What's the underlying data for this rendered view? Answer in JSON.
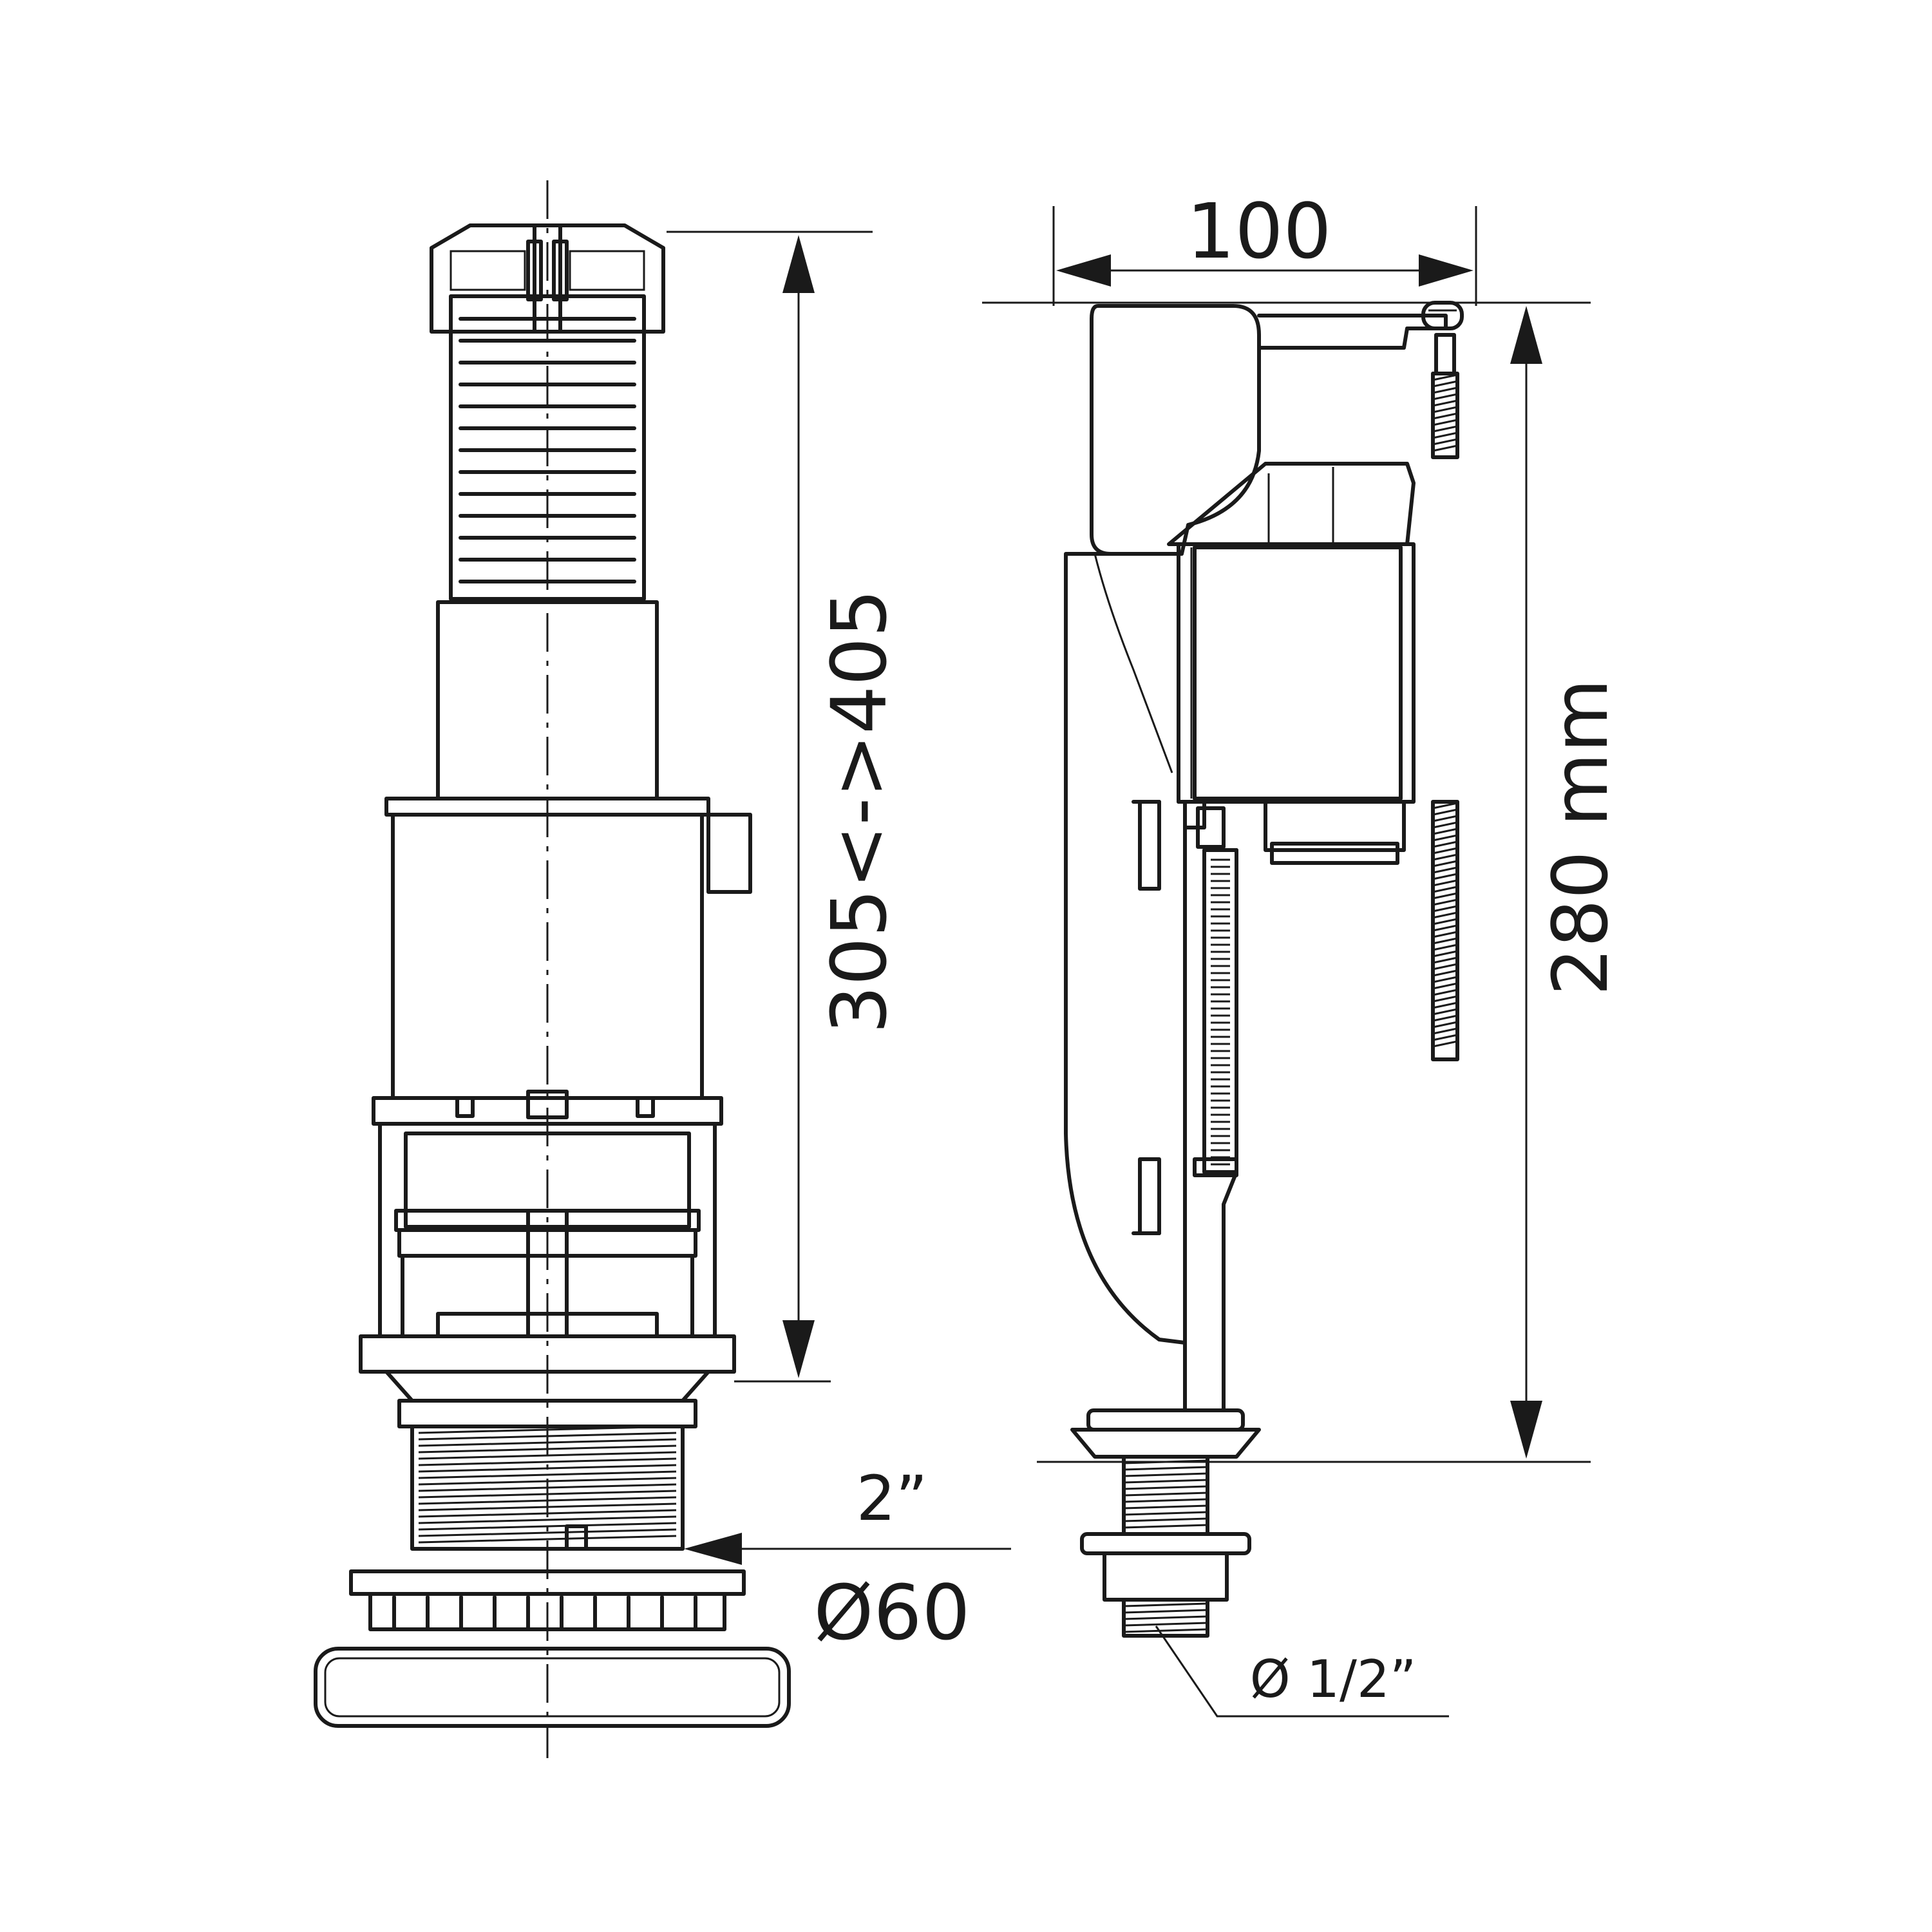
{
  "dimensions": {
    "flush_valve_height": "305<->405",
    "outlet_thread": "2”",
    "outlet_diameter": "Ø60",
    "fill_valve_width": "100",
    "fill_valve_height": "280 mm",
    "inlet_thread": "Ø 1/2”"
  },
  "colors": {
    "line": "#1a1a1a",
    "background": "#ffffff"
  }
}
